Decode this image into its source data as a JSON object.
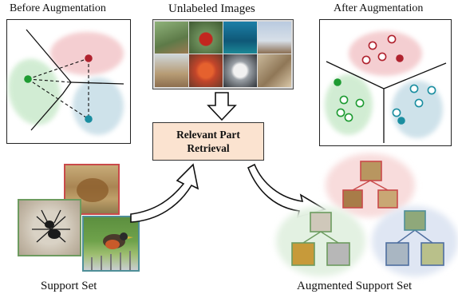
{
  "labels": {
    "before": "Before Augmentation",
    "unlabeled": "Unlabeled Images",
    "after": "After Augmentation",
    "retrieval_line1": "Relevant Part",
    "retrieval_line2": "Retrieval",
    "support_set": "Support Set",
    "augmented_support_set": "Augmented Support Set"
  },
  "colors": {
    "red_class": "#b0222e",
    "green_class": "#1e9b32",
    "teal_class": "#1a8ea0",
    "red_cloud": "#f3c6c9",
    "green_cloud": "#cdebcf",
    "blue_cloud": "#c9dfe8",
    "retrieval_box": "#fbe3d0",
    "aug_red_cloud": "#f8dcdc",
    "aug_green_cloud": "#e3f1e2",
    "aug_blue_cloud": "#dfe6f3"
  },
  "icons": {
    "arrow_down": "hollow-down-arrow",
    "arrow_curve_left": "hollow-curved-arrow",
    "arrow_curve_right": "hollow-curved-arrow"
  }
}
